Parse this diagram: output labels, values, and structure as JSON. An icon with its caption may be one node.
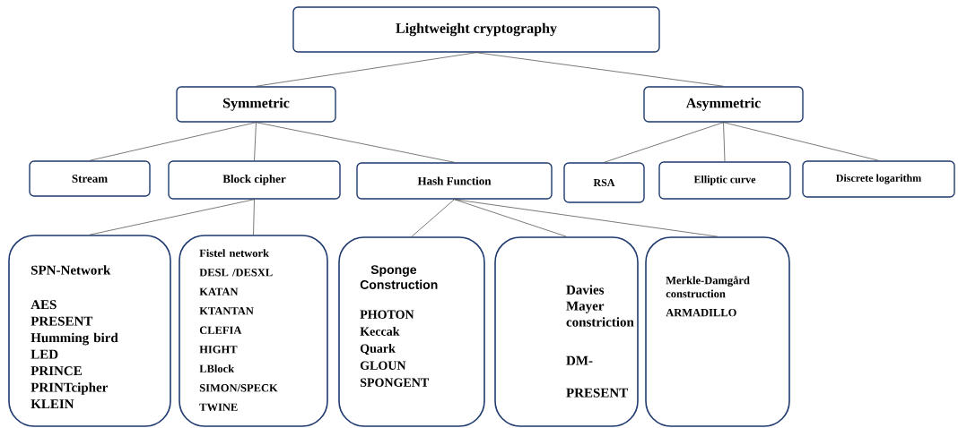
{
  "diagram": {
    "nodes": [
      {
        "text": [
          "Lightweight cryptography"
        ]
      },
      {
        "text": [
          "Symmetric"
        ]
      },
      {
        "text": [
          "Asymmetric"
        ]
      },
      {
        "text": [
          "Stream"
        ]
      },
      {
        "text": [
          "Block cipher"
        ]
      },
      {
        "text": [
          "Hash Function"
        ]
      },
      {
        "text": [
          "RSA"
        ]
      },
      {
        "text": [
          "Elliptic curve"
        ]
      },
      {
        "text": [
          "Discrete logarithm"
        ]
      },
      {
        "text": [
          "SPN-Network",
          "AES",
          "PRESENT",
          "Humming bird",
          "LED",
          "PRINCE",
          "PRINTcipher",
          "KLEIN"
        ]
      },
      {
        "text": [
          "Fistel network",
          "DESL /DESXL",
          "KATAN",
          "KTANTAN",
          "CLEFIA",
          "HIGHT",
          "LBlock",
          "SIMON/SPECK",
          "TWINE"
        ]
      },
      {
        "text": [
          "Sponge Construction",
          "PHOTON",
          "Keccak",
          "Quark",
          "GLOUN",
          "SPONGENT"
        ]
      },
      {
        "text": [
          "Davies Mayer constriction",
          "DM- PRESENT"
        ]
      },
      {
        "text": [
          "Merkle-Damgård construction",
          "ARMADILLO"
        ]
      }
    ],
    "edges": [
      {
        "from": 0,
        "to": 1,
        "arrow": "none"
      },
      {
        "from": 0,
        "to": 2,
        "arrow": "none"
      },
      {
        "from": 1,
        "to": 3,
        "arrow": "none"
      },
      {
        "from": 1,
        "to": 4,
        "arrow": "none"
      },
      {
        "from": 1,
        "to": 5,
        "arrow": "none"
      },
      {
        "from": 2,
        "to": 6,
        "arrow": "none"
      },
      {
        "from": 2,
        "to": 7,
        "arrow": "none"
      },
      {
        "from": 2,
        "to": 8,
        "arrow": "none"
      },
      {
        "from": 4,
        "to": 9,
        "arrow": "none"
      },
      {
        "from": 4,
        "to": 10,
        "arrow": "none"
      },
      {
        "from": 5,
        "to": 11,
        "arrow": "none"
      },
      {
        "from": 5,
        "to": 12,
        "arrow": "none"
      },
      {
        "from": 5,
        "to": 13,
        "arrow": "none"
      }
    ]
  }
}
